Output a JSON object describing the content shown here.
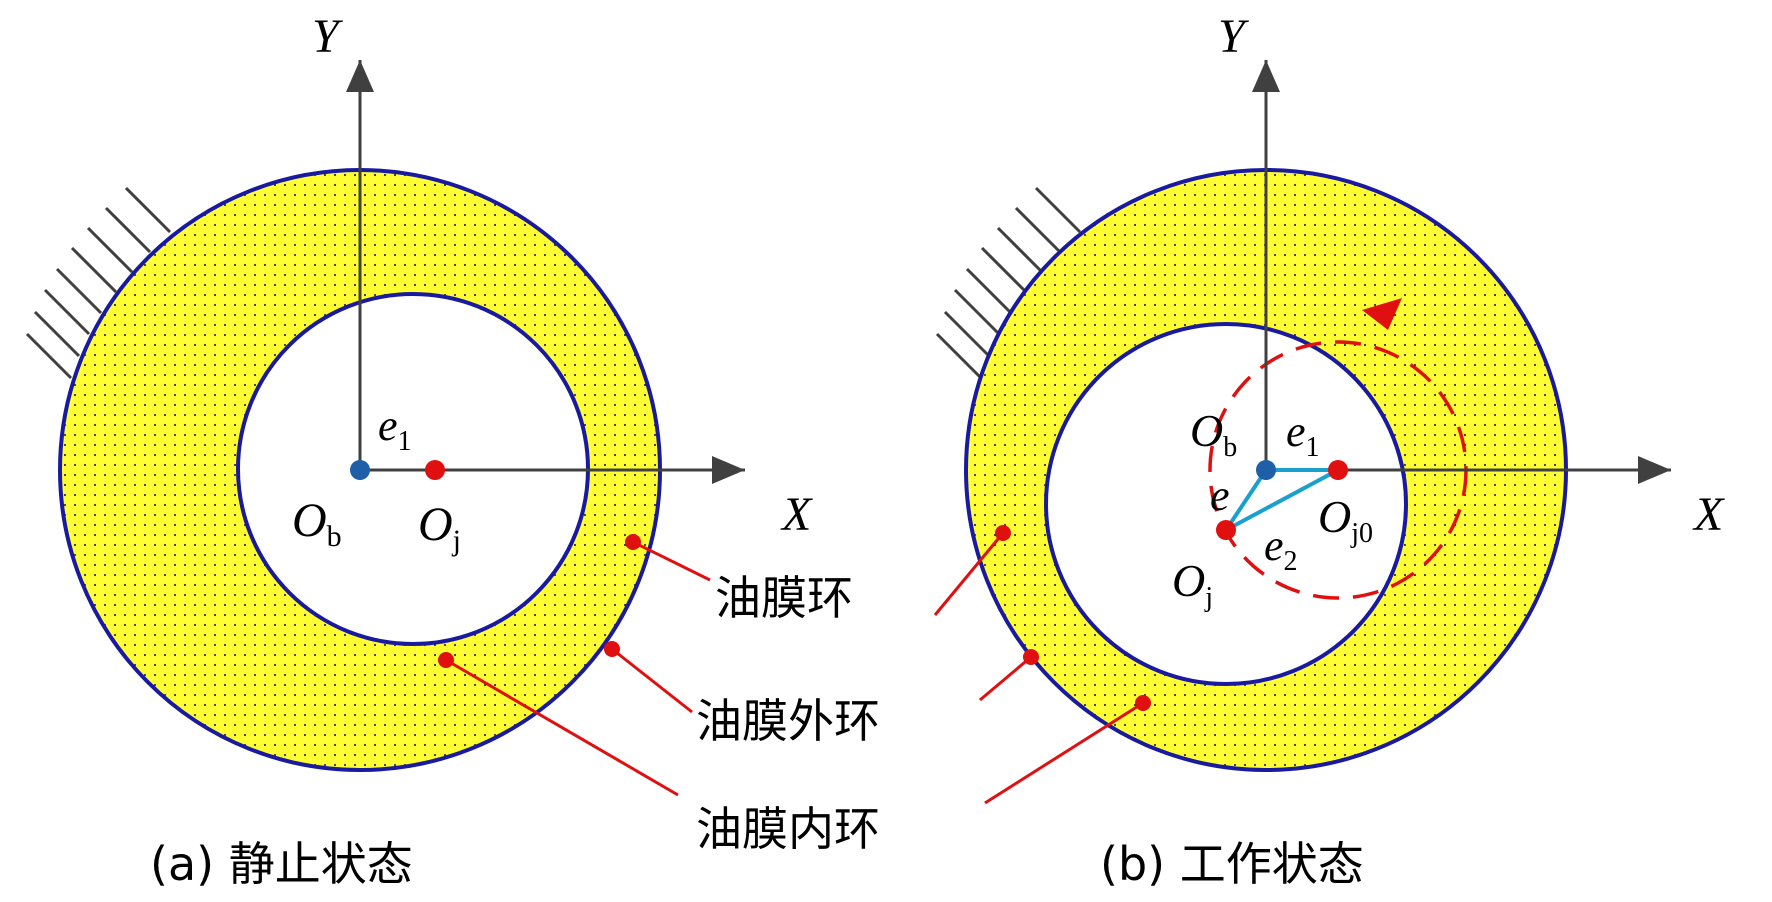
{
  "diagram_a": {
    "caption": "(a) 静止状态",
    "axis_x": "X",
    "axis_y": "Y",
    "center_bearing": {
      "main": "O",
      "sub": "b"
    },
    "center_journal": {
      "main": "O",
      "sub": "j"
    },
    "eccentricity": {
      "main": "e",
      "sub": "1"
    }
  },
  "diagram_b": {
    "caption": "(b) 工作状态",
    "axis_x": "X",
    "axis_y": "Y",
    "center_bearing": {
      "main": "O",
      "sub": "b"
    },
    "center_journal": {
      "main": "O",
      "sub": "j"
    },
    "center_journal0": {
      "main": "O",
      "sub": "j0"
    },
    "ecc_1": {
      "main": "e",
      "sub": "1"
    },
    "ecc_2": {
      "main": "e",
      "sub": "2"
    },
    "ecc": "e"
  },
  "labels": {
    "film_ring": "油膜环",
    "outer_ring": "油膜外环",
    "inner_ring": "油膜内环"
  },
  "colors": {
    "film_fill": "#ffff33",
    "ring_stroke": "#1a1aa0",
    "axis": "#404040",
    "leader": "#e01010",
    "bearing_center": "#1f5fa8",
    "journal_center": "#e01010",
    "ecc_line": "#1aa0d0"
  }
}
